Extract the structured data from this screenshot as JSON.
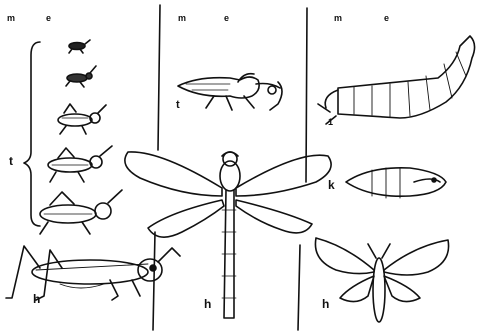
{
  "columns": [
    {
      "letters": [
        "m",
        "e"
      ]
    },
    {
      "letters": [
        "m",
        "e"
      ]
    },
    {
      "letters": [
        "m",
        "e"
      ]
    }
  ],
  "labels": {
    "brace": "t",
    "grasshopper_adult": "h",
    "dragonfly_nymph": "t",
    "dragonfly_adult": "h",
    "pupa": "k",
    "moth": "h",
    "larva_mark": "1"
  }
}
